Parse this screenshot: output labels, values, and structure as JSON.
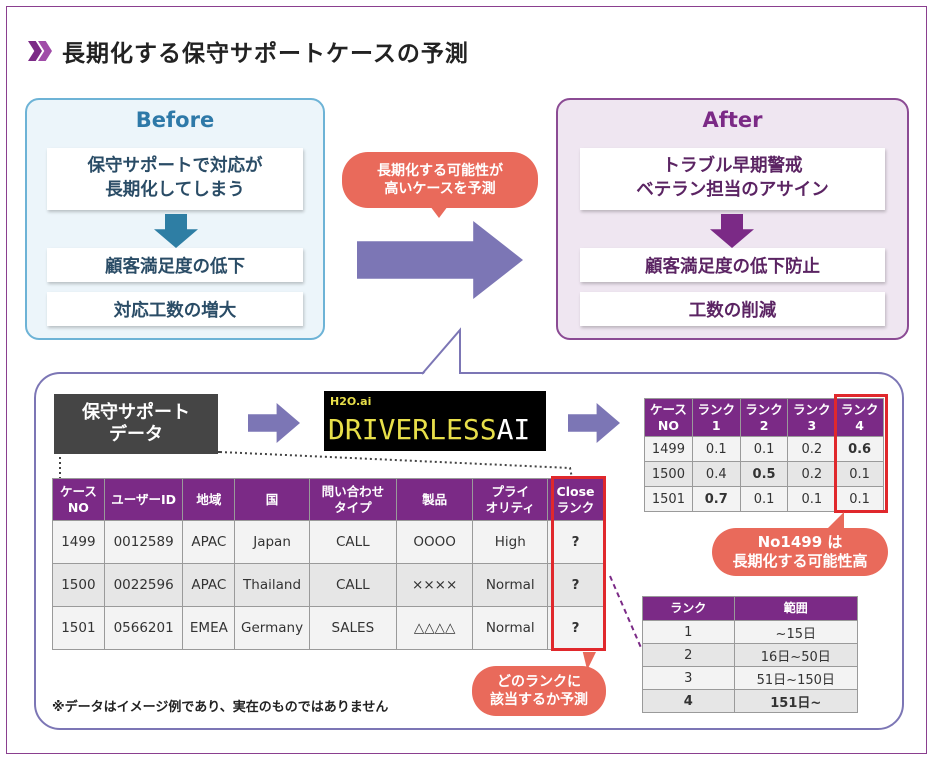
{
  "title": "長期化する保守サポートケースの予測",
  "before": {
    "heading": "Before",
    "card1_line1": "保守サポートで対応が",
    "card1_line2": "長期化してしまう",
    "card2": "顧客満足度の低下",
    "card3": "対応工数の増大"
  },
  "after": {
    "heading": "After",
    "card1_line1": "トラブル早期警戒",
    "card1_line2": "ベテラン担当のアサイン",
    "card2": "顧客満足度の低下防止",
    "card3": "工数の削減"
  },
  "bubble": {
    "line1": "長期化する可能性が",
    "line2": "高いケースを予測"
  },
  "data_label": {
    "line1": "保守サポート",
    "line2": "データ"
  },
  "driverless": {
    "brand_small": "H2O.ai",
    "brand_main": "DRIVERLESS",
    "brand_suffix": "AI"
  },
  "main_table": {
    "headers": [
      [
        "ケース",
        "NO"
      ],
      [
        "ユーザーID",
        ""
      ],
      [
        "地域",
        ""
      ],
      [
        "国",
        ""
      ],
      [
        "問い合わせ",
        "タイプ"
      ],
      [
        "製品",
        ""
      ],
      [
        "プライ",
        "オリティ"
      ],
      [
        "Close",
        "ランク"
      ]
    ],
    "rows": [
      [
        "1499",
        "0012589",
        "APAC",
        "Japan",
        "CALL",
        "OOOO",
        "High",
        "?"
      ],
      [
        "1500",
        "0022596",
        "APAC",
        "Thailand",
        "CALL",
        "××××",
        "Normal",
        "?"
      ],
      [
        "1501",
        "0566201",
        "EMEA",
        "Germany",
        "SALES",
        "△△△△",
        "Normal",
        "?"
      ]
    ]
  },
  "rank_table": {
    "headers": [
      [
        "ケース",
        "NO"
      ],
      [
        "ランク",
        "1"
      ],
      [
        "ランク",
        "2"
      ],
      [
        "ランク",
        "3"
      ],
      [
        "ランク",
        "4"
      ]
    ],
    "rows": [
      [
        "1499",
        "0.1",
        "0.1",
        "0.2",
        "0.6"
      ],
      [
        "1500",
        "0.4",
        "0.5",
        "0.2",
        "0.1"
      ],
      [
        "1501",
        "0.7",
        "0.1",
        "0.1",
        "0.1"
      ]
    ]
  },
  "range_table": {
    "headers": [
      "ランク",
      "範囲"
    ],
    "rows": [
      [
        "1",
        "~15日"
      ],
      [
        "2",
        "16日~50日"
      ],
      [
        "3",
        "51日~150日"
      ],
      [
        "4",
        "151日~"
      ]
    ]
  },
  "bubble_no1499": {
    "line1": "No1499 は",
    "line2": "長期化する可能性高"
  },
  "bubble_rank": {
    "line1": "どのランクに",
    "line2": "該当するか予測"
  },
  "note": "※データはイメージ例であり、実在のものではありません",
  "colors": {
    "purple": "#7b2a86",
    "blue": "#2e79a8",
    "coral": "#e96a5b",
    "red": "#e0282c",
    "arrow": "#7c76b5"
  }
}
